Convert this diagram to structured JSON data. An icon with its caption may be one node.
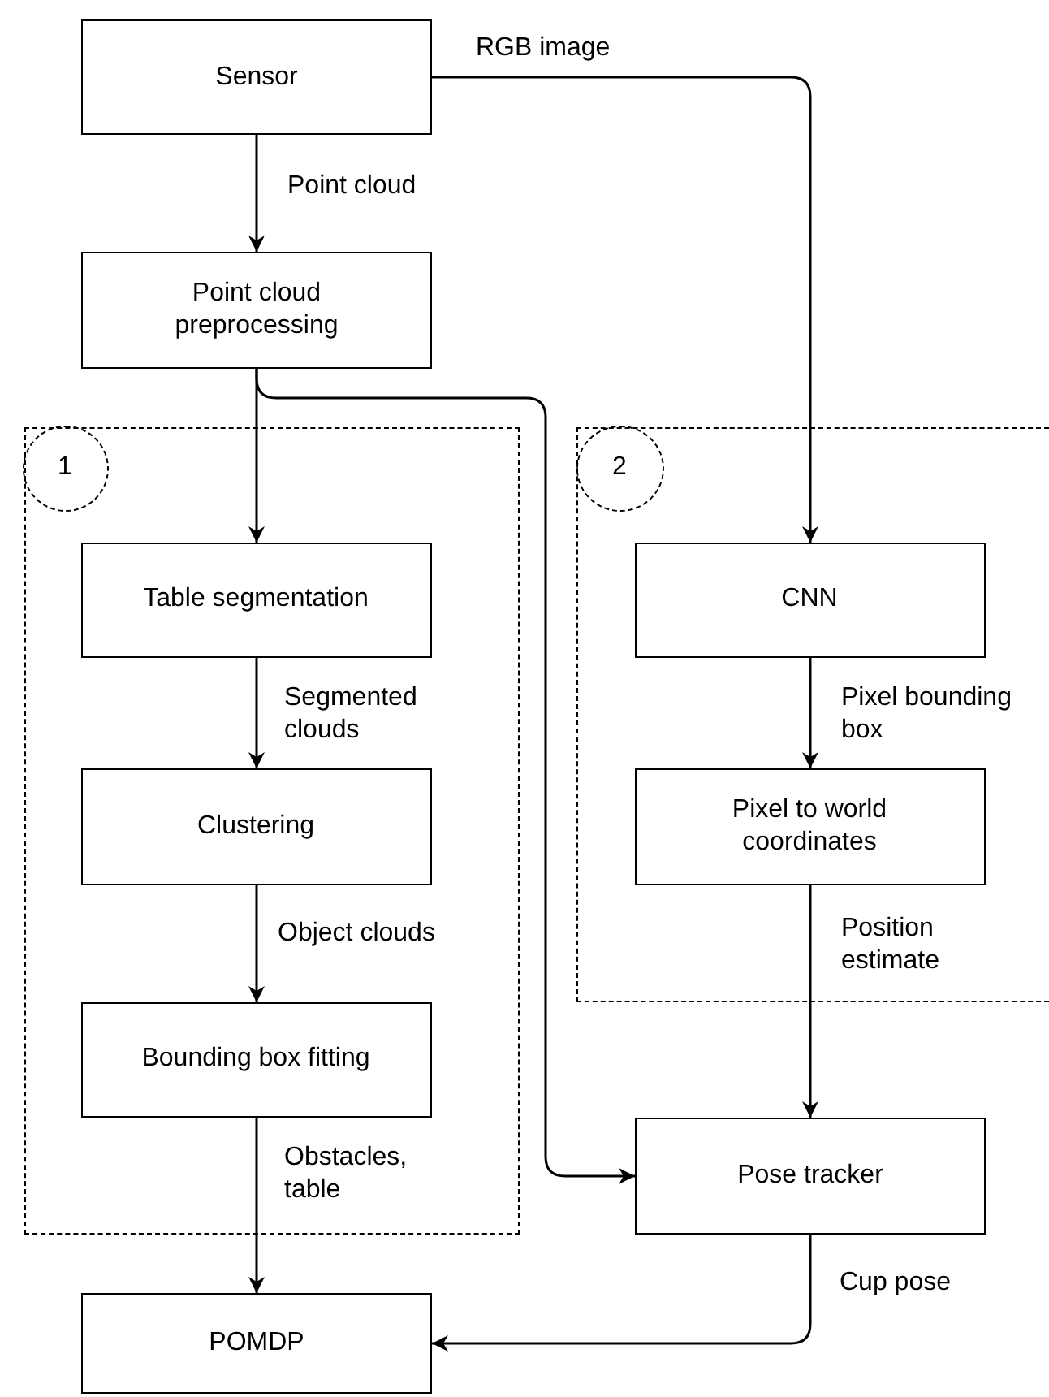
{
  "diagram": {
    "nodes": [
      {
        "text": [
          "Sensor"
        ]
      },
      {
        "text": [
          "Point cloud preprocessing"
        ]
      },
      {
        "text": [],
        "shape": "box"
      },
      {
        "text": [
          "1"
        ],
        "in": 2
      },
      {
        "text": [
          "Table segmentation"
        ],
        "in": 2
      },
      {
        "text": [
          "Clustering"
        ],
        "in": 2
      },
      {
        "text": [
          "Bounding box fitting"
        ],
        "in": 2
      },
      {
        "text": [],
        "shape": "box"
      },
      {
        "text": [
          "2"
        ],
        "in": 7
      },
      {
        "text": [
          "CNN"
        ],
        "in": 7
      },
      {
        "text": [
          "Pixel to world coordinates"
        ],
        "in": 7
      },
      {
        "text": [
          "Pose tracker"
        ]
      },
      {
        "text": [
          "POMDP"
        ]
      }
    ],
    "edges": [
      {
        "from": 0,
        "to": 9,
        "label": "RGB image",
        "arrow": "to"
      },
      {
        "from": 0,
        "to": 1,
        "label": "Point cloud",
        "arrow": "to"
      },
      {
        "from": 1,
        "to": 4,
        "arrow": "to"
      },
      {
        "from": 1,
        "to": 11,
        "arrow": "to"
      },
      {
        "from": 4,
        "to": 5,
        "label": "Segmented clouds",
        "arrow": "to"
      },
      {
        "from": 5,
        "to": 6,
        "label": "Object clouds",
        "arrow": "to"
      },
      {
        "from": 6,
        "to": 12,
        "label": "Obstacles, table",
        "arrow": "to"
      },
      {
        "from": 9,
        "to": 10,
        "label": "Pixel bounding box",
        "arrow": "to"
      },
      {
        "from": 10,
        "to": 11,
        "label": "Position estimate",
        "arrow": "to"
      },
      {
        "from": 11,
        "to": 12,
        "label": "Cup pose",
        "arrow": "to"
      }
    ]
  }
}
